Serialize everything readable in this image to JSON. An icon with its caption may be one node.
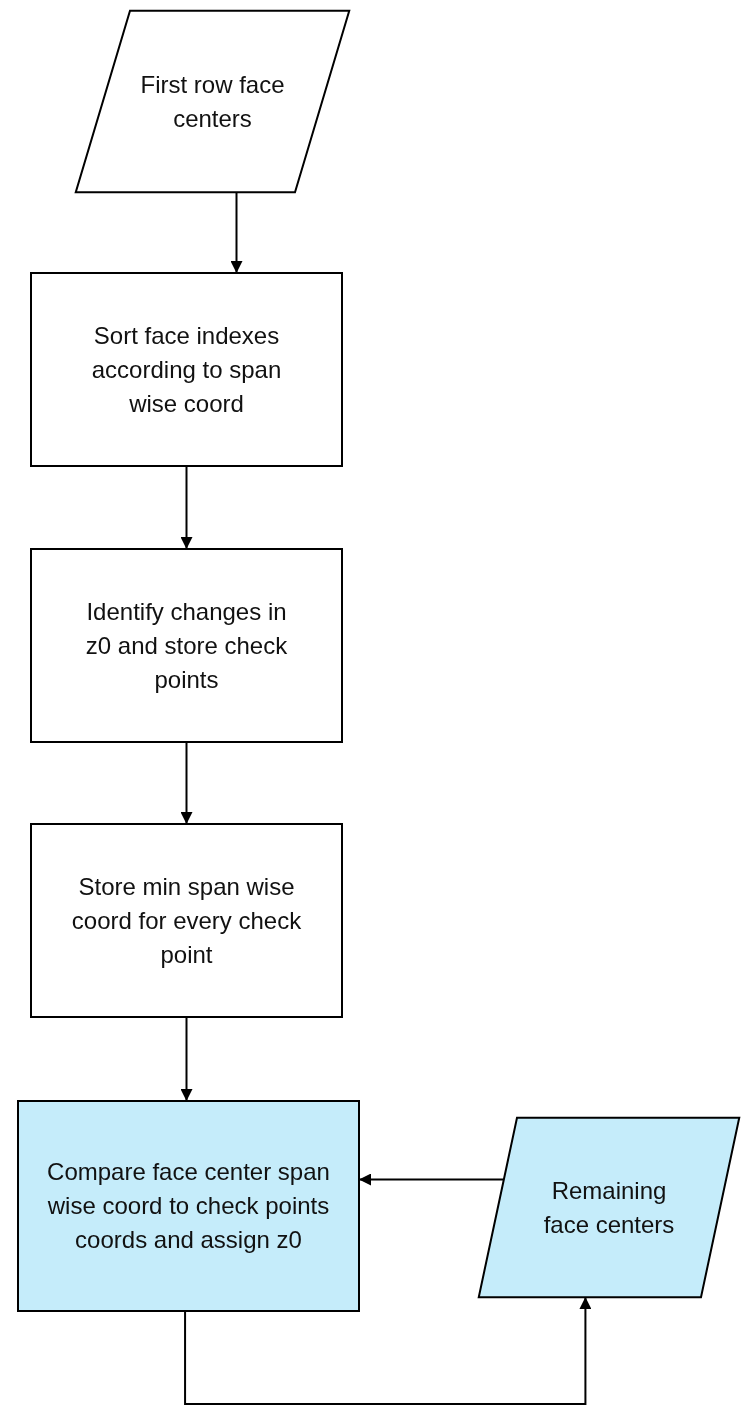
{
  "diagram": {
    "nodes": [
      {
        "text": [
          "First row face centers"
        ]
      },
      {
        "text": [
          "Sort face indexes according to span wise coord"
        ]
      },
      {
        "text": [
          "Identify changes in z0 and store check points"
        ]
      },
      {
        "text": [
          "Store min span wise coord for every check point"
        ]
      },
      {
        "text": [
          "Compare face center span wise coord to check points coords and assign z0"
        ]
      },
      {
        "text": [
          "Remaining face centers"
        ]
      }
    ],
    "edges": [
      {
        "from": 0,
        "to": 1,
        "arrow": "to"
      },
      {
        "from": 1,
        "to": 2,
        "arrow": "to"
      },
      {
        "from": 2,
        "to": 3,
        "arrow": "to"
      },
      {
        "from": 3,
        "to": 4,
        "arrow": "to"
      },
      {
        "from": 5,
        "to": 4,
        "arrow": "to"
      },
      {
        "from": 4,
        "to": 5,
        "arrow": "to"
      }
    ]
  }
}
